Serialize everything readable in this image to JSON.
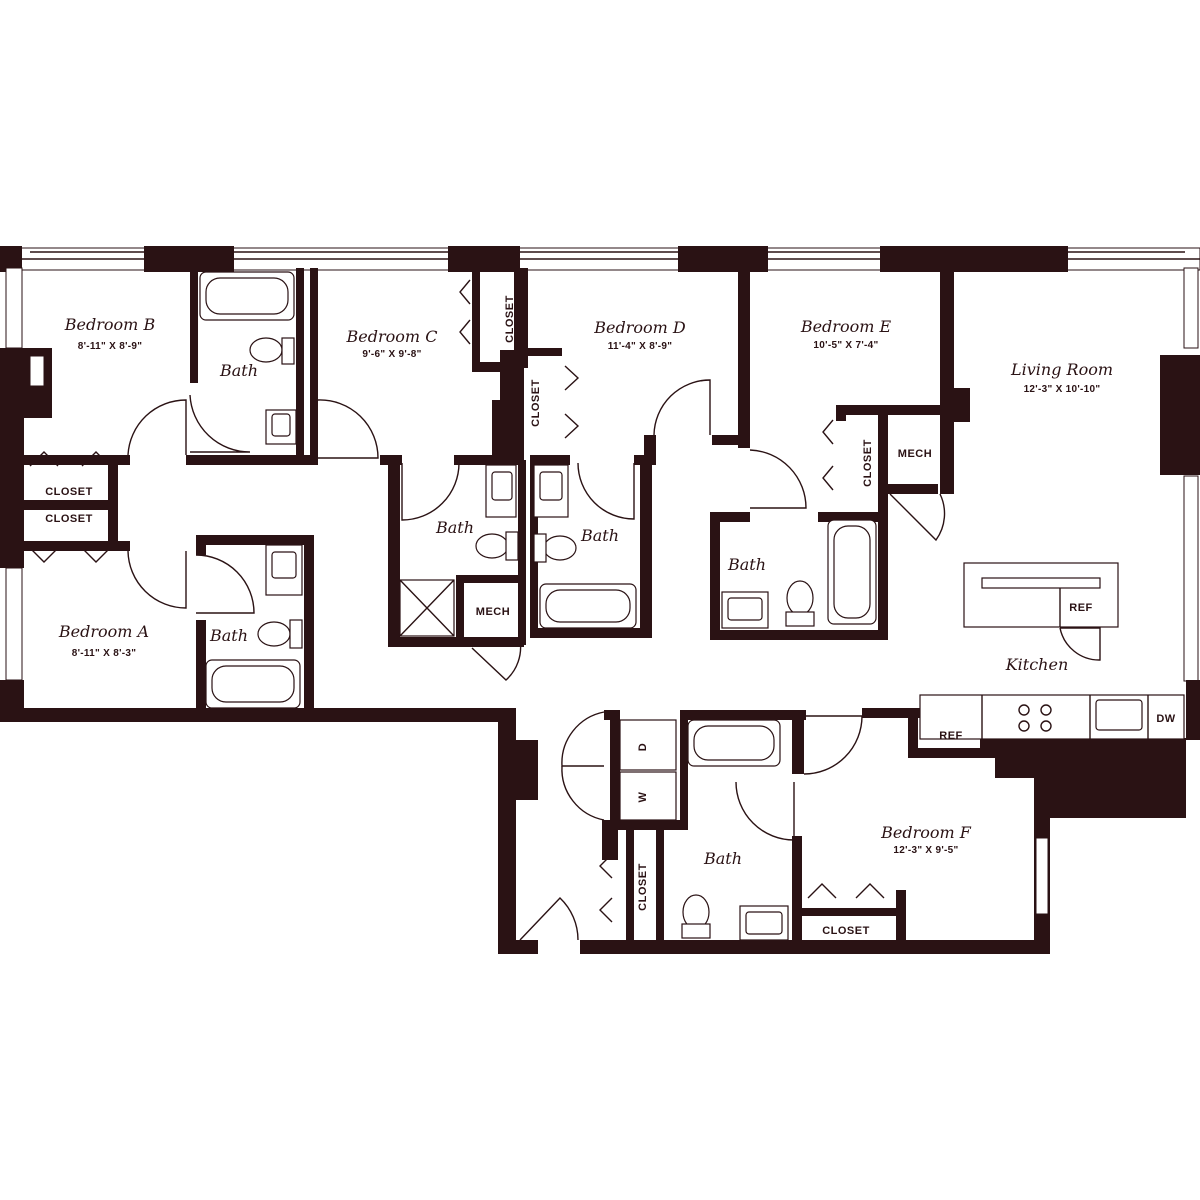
{
  "rooms": {
    "bedroom_b": {
      "name": "Bedroom B",
      "dims": "8'-11\" X 8'-9\""
    },
    "bedroom_c": {
      "name": "Bedroom C",
      "dims": "9'-6\" X 9'-8\""
    },
    "bedroom_d": {
      "name": "Bedroom D",
      "dims": "11'-4\" X 8'-9\""
    },
    "bedroom_e": {
      "name": "Bedroom E",
      "dims": "10'-5\" X 7'-4\""
    },
    "living_room": {
      "name": "Living Room",
      "dims": "12'-3\" X 10'-10\""
    },
    "bedroom_a": {
      "name": "Bedroom A",
      "dims": "8'-11\" X 8'-3\""
    },
    "bedroom_f": {
      "name": "Bedroom F",
      "dims": "12'-3\" X 9'-5\""
    },
    "kitchen": {
      "name": "Kitchen"
    }
  },
  "baths": {
    "bath_b": "Bath",
    "bath_a": "Bath",
    "bath_c": "Bath",
    "bath_d": "Bath",
    "bath_e": "Bath",
    "bath_f": "Bath"
  },
  "tags": {
    "closet_b": "CLOSET",
    "closet_a": "CLOSET",
    "closet_c": "CLOSET",
    "closet_d": "CLOSET",
    "closet_e": "CLOSET",
    "closet_hall": "CLOSET",
    "closet_f": "CLOSET",
    "mech_c": "MECH",
    "mech_e": "MECH",
    "ref_island": "REF",
    "ref_counter": "REF",
    "dw": "DW",
    "dryer": "D",
    "washer": "W"
  },
  "colors": {
    "wall": "#2a1214",
    "background": "#ffffff"
  }
}
